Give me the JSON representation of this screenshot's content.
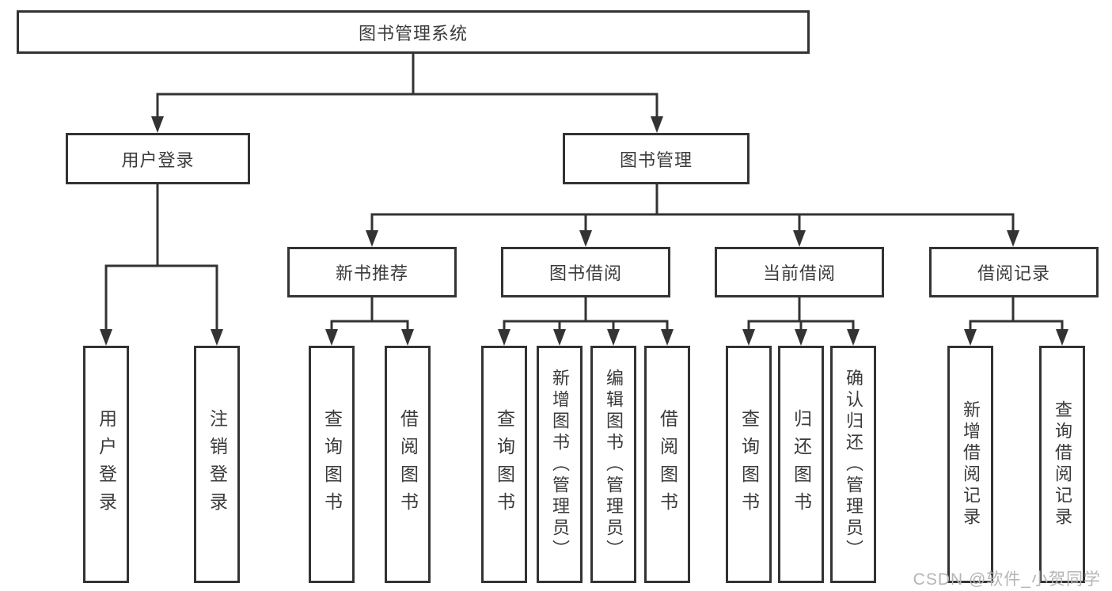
{
  "nodes": {
    "root": "图书管理系统",
    "user_login": "用户登录",
    "book_mgmt": "图书管理",
    "new_books": "新书推荐",
    "book_borrow": "图书借阅",
    "current_borrow": "当前借阅",
    "borrow_records": "借阅记录"
  },
  "leaves": {
    "user_login_1": "用户登录",
    "user_login_2": "注销登录",
    "new_books_1": "查询图书",
    "new_books_2": "借阅图书",
    "book_borrow_1": "查询图书",
    "book_borrow_2": "新增图书（管理员）",
    "book_borrow_3": "编辑图书（管理员）",
    "book_borrow_4": "借阅图书",
    "current_borrow_1": "查询图书",
    "current_borrow_2": "归还图书",
    "current_borrow_3": "确认归还（管理员）",
    "borrow_records_1": "新增借阅记录",
    "borrow_records_2": "查询借阅记录"
  },
  "watermark": "CSDN @软件_小贺同学",
  "colors": {
    "line": "#333333",
    "text": "#3b3b3b",
    "watermark": "#b5b5b5",
    "background": "#ffffff"
  }
}
